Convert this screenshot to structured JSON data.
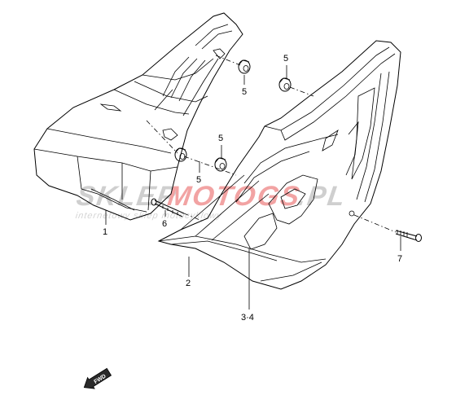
{
  "callouts": [
    {
      "id": "part-1",
      "label": "1"
    },
    {
      "id": "part-2",
      "label": "2"
    },
    {
      "id": "part-3-4",
      "label": "3·4"
    },
    {
      "id": "part-5a",
      "label": "5"
    },
    {
      "id": "part-5b",
      "label": "5"
    },
    {
      "id": "part-5c",
      "label": "5"
    },
    {
      "id": "part-5d",
      "label": "5"
    },
    {
      "id": "part-6",
      "label": "6"
    },
    {
      "id": "part-7",
      "label": "7"
    }
  ],
  "watermark": {
    "part1": "SKLEP",
    "part2": "MOTO",
    "part3": "GS",
    "part4": ".PL",
    "tagline": "internetowy sklep motocyklowy",
    "color_grey": "#cfcfcf",
    "color_red": "#f2a3a3"
  },
  "fwd_badge": {
    "label": "FWD"
  }
}
